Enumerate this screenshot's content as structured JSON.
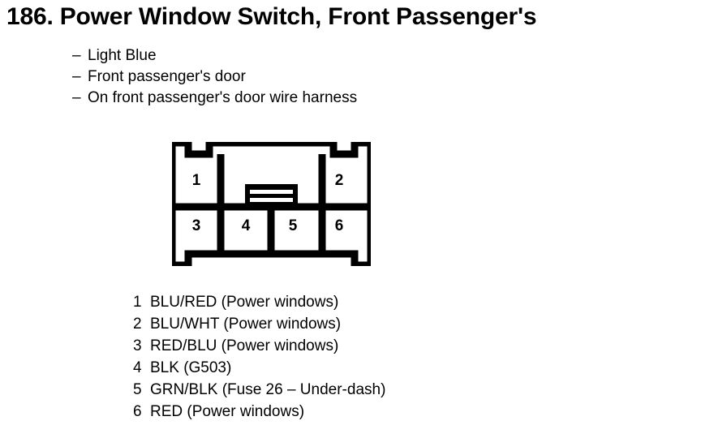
{
  "header": {
    "number": "186.",
    "title": "186. Power Window Switch, Front Passenger's"
  },
  "attributes": {
    "dash": "–",
    "items": [
      {
        "text": "Light Blue"
      },
      {
        "text": "Front passenger's door"
      },
      {
        "text": "On front passenger's door wire harness"
      }
    ]
  },
  "connector": {
    "name": "6-pin connector outline",
    "pins": [
      {
        "number": "1"
      },
      {
        "number": "2"
      },
      {
        "number": "3"
      },
      {
        "number": "4"
      },
      {
        "number": "5"
      },
      {
        "number": "6"
      }
    ]
  },
  "pin_legend": {
    "rows": [
      {
        "number": "1",
        "description": "BLU/RED (Power windows)"
      },
      {
        "number": "2",
        "description": "BLU/WHT (Power windows)"
      },
      {
        "number": "3",
        "description": "RED/BLU (Power windows)"
      },
      {
        "number": "4",
        "description": "BLK (G503)"
      },
      {
        "number": "5",
        "description": "GRN/BLK (Fuse 26 – Under-dash)"
      },
      {
        "number": "6",
        "description": "RED (Power windows)"
      }
    ]
  },
  "colors": {
    "ink": "#000000",
    "paper": "#ffffff"
  }
}
